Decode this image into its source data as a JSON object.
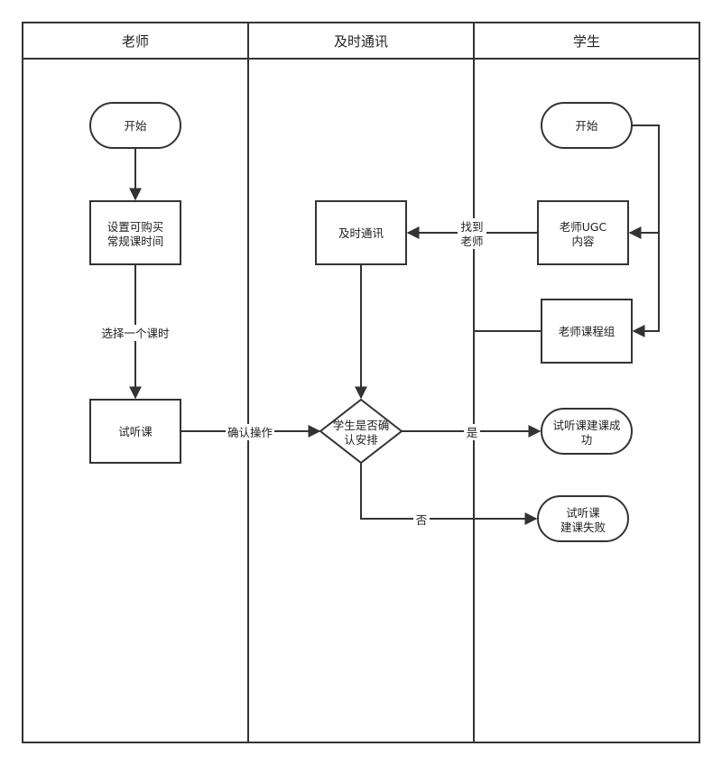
{
  "lanes": {
    "teacher": "老师",
    "comm": "及时通讯",
    "student": "学生"
  },
  "nodes": {
    "teacher_start": "开始",
    "set_course": [
      "设置可购买",
      "常规课时间"
    ],
    "trial": "试听课",
    "im": "及时通讯",
    "confirm": [
      "学生是否确",
      "认安排"
    ],
    "student_start": "开始",
    "ugc": [
      "老师UGC",
      "内容"
    ],
    "group": "老师课程组",
    "success": [
      "试听课建课成",
      "功"
    ],
    "fail": [
      "试听课",
      "建课失败"
    ]
  },
  "edges": {
    "select_hour": "选择一个课时",
    "confirm_op": "确认操作",
    "find_teacher": [
      "找到",
      "老师"
    ],
    "yes": "是",
    "no": "否"
  },
  "colors": {
    "success_text": "#1a73e8",
    "fail_text": "#e60000"
  }
}
